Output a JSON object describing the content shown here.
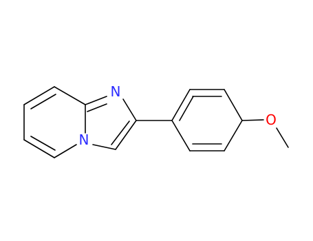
{
  "molecule": {
    "atoms": {
      "n_imine": {
        "symbol": "N",
        "color": "#2b2bff"
      },
      "n_bridge": {
        "symbol": "N",
        "color": "#2b2bff"
      },
      "o_methoxy": {
        "symbol": "O",
        "color": "#ff0000"
      }
    },
    "bond_color": "#000000"
  }
}
